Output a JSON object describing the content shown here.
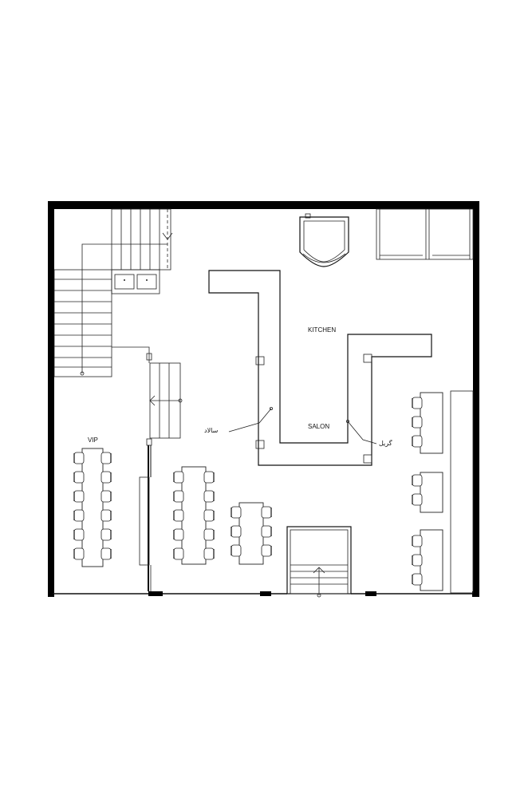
{
  "labels": {
    "kitchen": "KITCHEN",
    "salon": "SALON",
    "vip": "VIP",
    "salad": "سالاد",
    "grill": "گریل"
  }
}
